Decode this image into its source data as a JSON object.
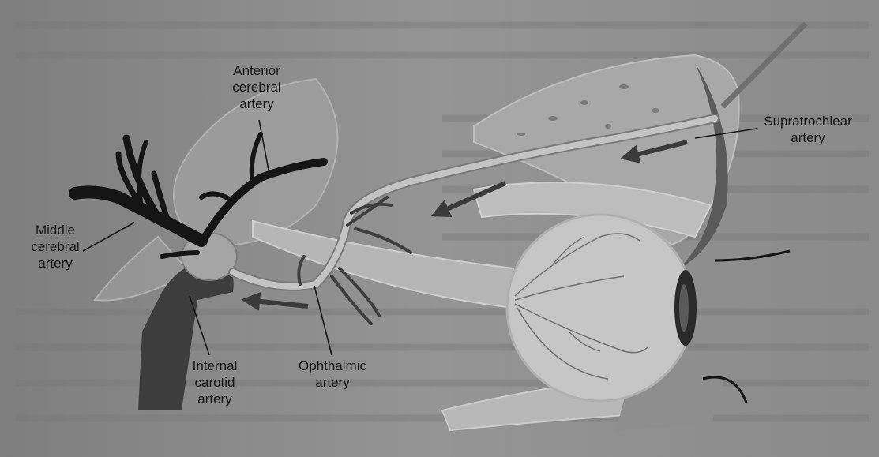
{
  "labels": {
    "anterior_cerebral": [
      "Anterior",
      "cerebral",
      "artery"
    ],
    "middle_cerebral": [
      "Middle",
      "cerebral",
      "artery"
    ],
    "internal_carotid": [
      "Internal",
      "carotid",
      "artery"
    ],
    "ophthalmic": [
      "Ophthalmic",
      "artery"
    ],
    "supratrochlear": [
      "Supratrochlear",
      "artery"
    ]
  },
  "colors": {
    "background_page": "#8c8c8c",
    "cerebral_vessels": "#151515",
    "carotid": "#3d3d3d",
    "ophthalmic_artery": "#c4c4c4",
    "flow_arrows": "#3a3a3a",
    "bone": "#a8a8a8"
  }
}
